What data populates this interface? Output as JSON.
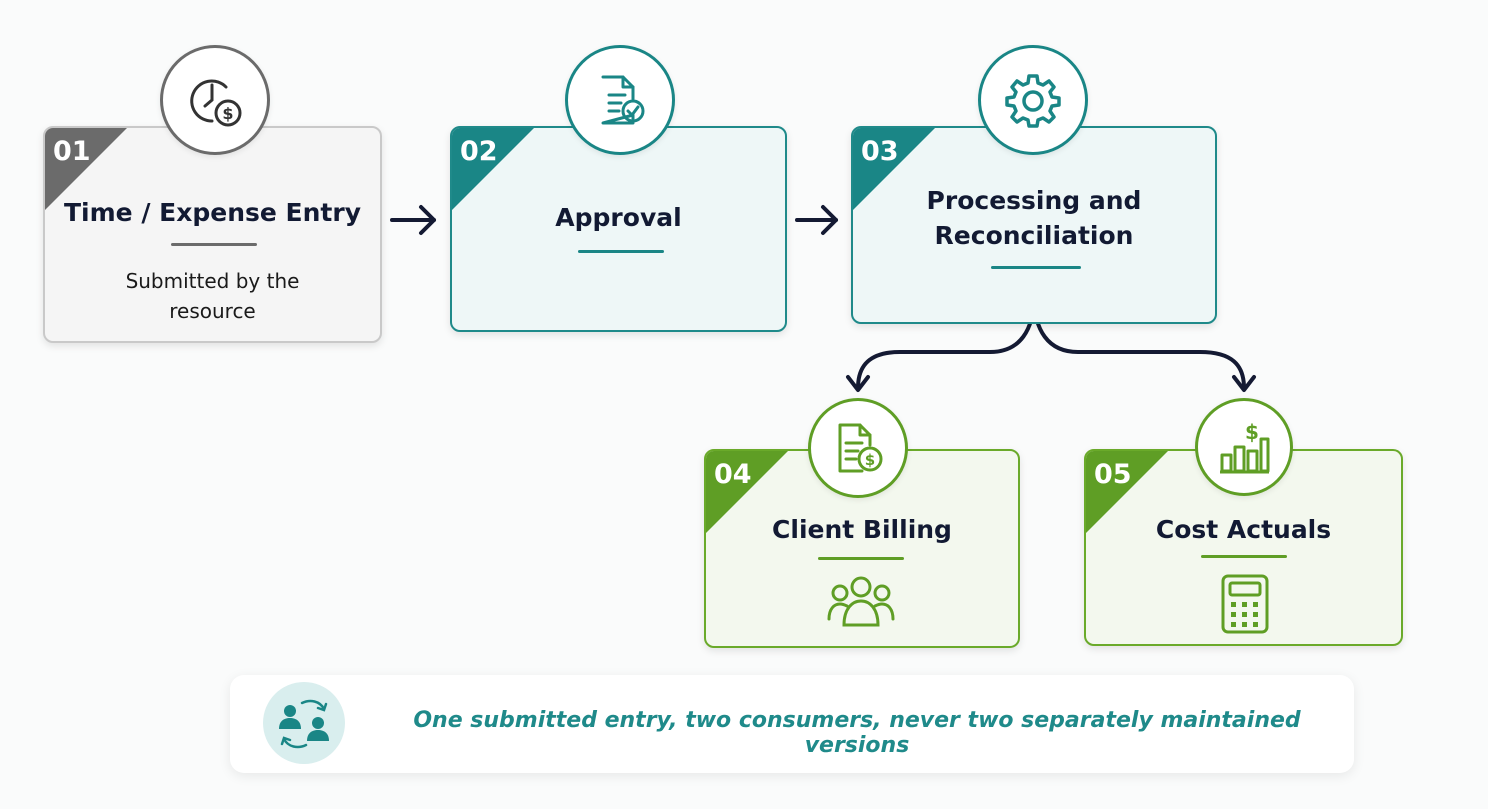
{
  "steps": [
    {
      "num": "01",
      "title": "Time / Expense Entry",
      "subtitle": "Submitted by the resource",
      "icon": "clock-dollar-icon"
    },
    {
      "num": "02",
      "title": "Approval",
      "icon": "document-check-icon"
    },
    {
      "num": "03",
      "title_line1": "Processing and",
      "title_line2": "Reconciliation",
      "icon": "gear-icon"
    },
    {
      "num": "04",
      "title": "Client Billing",
      "icon": "invoice-dollar-icon",
      "bottom_icon": "people-group-icon"
    },
    {
      "num": "05",
      "title": "Cost Actuals",
      "icon": "bar-chart-dollar-icon",
      "bottom_icon": "calculator-icon"
    }
  ],
  "banner": {
    "text": "One submitted entry, two consumers, never two separately maintained versions",
    "icon": "people-exchange-icon"
  },
  "colors": {
    "gray": "#6b6b6b",
    "teal": "#1a8686",
    "green": "#5f9e25",
    "navy": "#121a33"
  }
}
